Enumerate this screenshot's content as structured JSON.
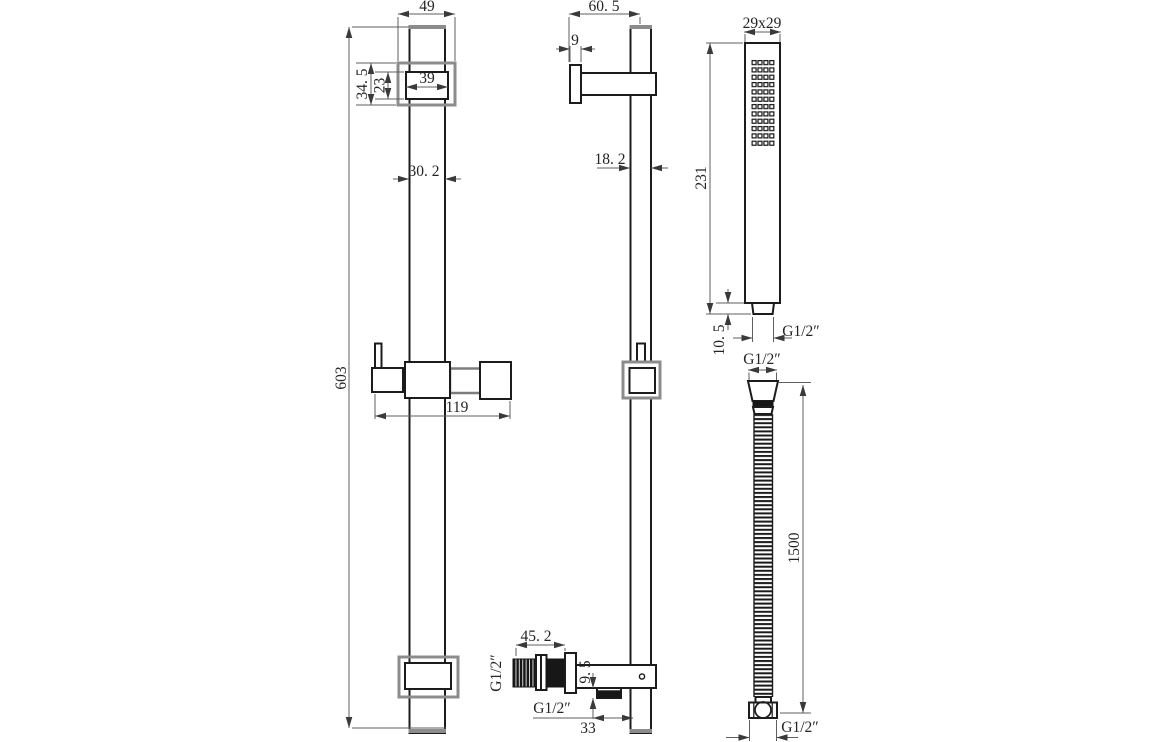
{
  "colors": {
    "background": "#ffffff",
    "outline": "#1c1c1c",
    "dimension_lines": "#5f5f5f",
    "accent_grey": "#8c8c8c",
    "thread_fill": "#171717"
  },
  "views": {
    "front": {
      "dims": {
        "bracket_width": "49",
        "bracket_height": "34. 5",
        "sleeve_height": "23",
        "sleeve_width": "39",
        "rail_width": "30. 2",
        "overall_height": "603",
        "slider_length": "119"
      }
    },
    "side": {
      "dims": {
        "bracket_depth": "60. 5",
        "wall_plate_thickness": "9",
        "rail_depth": "18. 2",
        "inlet_length": "45. 2",
        "inlet_thread": "G1/2″",
        "outlet_thread_height": "9. 5",
        "outlet_thread": "G1/2″",
        "outlet_offset": "33"
      }
    },
    "handset": {
      "dims": {
        "face_size": "29x29",
        "length": "231",
        "thread_length": "10. 5",
        "thread": "G1/2″"
      }
    },
    "hose": {
      "dims": {
        "top_thread": "G1/2″",
        "length": "1500",
        "bottom_thread": "G1/2″"
      }
    }
  }
}
